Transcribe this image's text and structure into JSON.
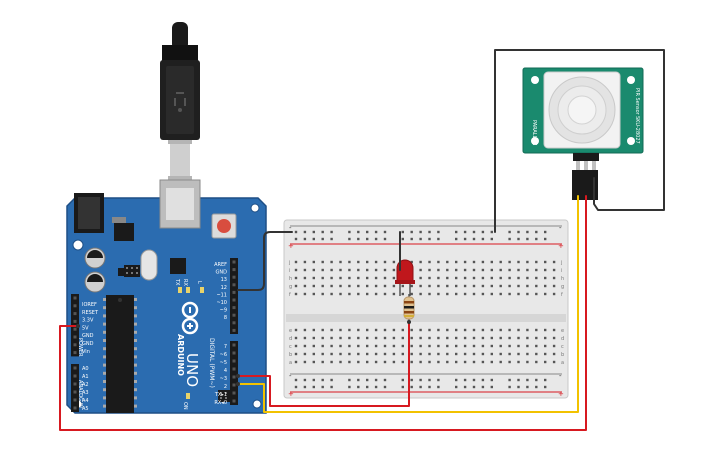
{
  "colors": {
    "board": "#2b6cb0",
    "board_dark": "#1e4f86",
    "wire_red": "#d71920",
    "wire_yellow": "#f2c200",
    "wire_dark": "#333333",
    "sensor_board": "#1a8a6e",
    "led": "#c0171c"
  },
  "arduino": {
    "brand": "ARDUINO",
    "model": "UNO",
    "digital_label": "DIGITAL (PWM~)",
    "tx_label": "TX",
    "rx_label": "RX",
    "on_label": "ON",
    "l_label": "L",
    "power_label": "POWER",
    "analog_label": "ANALOG IN",
    "power_pins": [
      "IOREF",
      "RESET",
      "3.3V",
      "5V",
      "GND",
      "GND",
      "Vin"
    ],
    "analog_pins": [
      "A0",
      "A1",
      "A2",
      "A3",
      "A4",
      "A5"
    ],
    "digital_pins_top": [
      "AREF",
      "GND",
      "13",
      "12",
      "~11",
      "~10",
      "~9",
      "8"
    ],
    "digital_pins_bottom": [
      "7",
      "~6",
      "~5",
      "4",
      "~3",
      "2",
      "TX▸1",
      "RX◂0"
    ]
  },
  "sensor": {
    "label_left": "PIR Sensor",
    "label_right": "SKU-28027",
    "label_brand": "PARALLAX"
  },
  "breadboard": {
    "top_letters": [
      "j",
      "i",
      "h",
      "g",
      "f"
    ],
    "bottom_letters": [
      "e",
      "d",
      "c",
      "b",
      "a"
    ],
    "rail_plus": "+",
    "rail_minus": "-"
  }
}
